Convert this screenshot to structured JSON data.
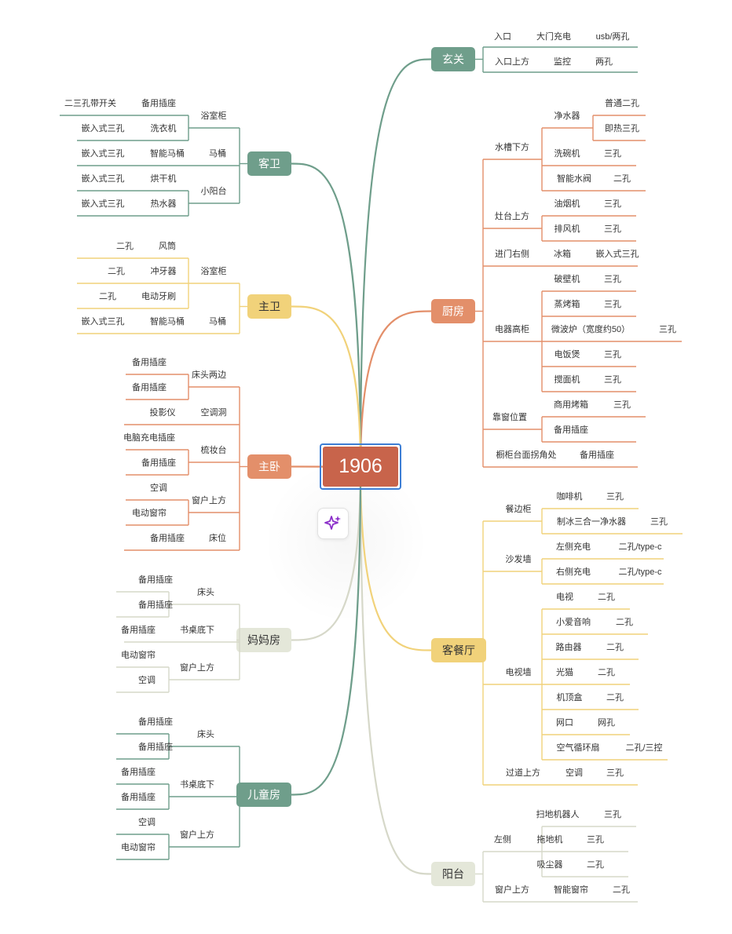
{
  "root": {
    "label": "1906"
  },
  "colors": {
    "green": "#6f9e8b",
    "salmon": "#e38f6a",
    "yellow": "#f1d27a",
    "sage": "#e4e7d9",
    "sage_line": "#d6d8c9",
    "root": "#c8644b",
    "text": "#333333",
    "white": "#ffffff",
    "dark_text": "#333333"
  },
  "branches": [
    {
      "label": "玄关",
      "color": "green",
      "children": [
        {
          "label": "入口",
          "children": [
            {
              "label": "大门充电",
              "children": [
                {
                  "label": "usb/两孔"
                }
              ]
            }
          ]
        },
        {
          "label": "入口上方",
          "children": [
            {
              "label": "监控",
              "children": [
                {
                  "label": "两孔"
                }
              ]
            }
          ]
        }
      ]
    },
    {
      "label": "厨房",
      "color": "salmon",
      "children": [
        {
          "label": "水槽下方",
          "children": [
            {
              "label": "净水器",
              "children": [
                {
                  "label": "普通二孔"
                },
                {
                  "label": "即热三孔"
                }
              ]
            },
            {
              "label": "洗碗机",
              "children": [
                {
                  "label": "三孔"
                }
              ]
            },
            {
              "label": "智能水阀",
              "children": [
                {
                  "label": "二孔"
                }
              ]
            }
          ]
        },
        {
          "label": "灶台上方",
          "children": [
            {
              "label": "油烟机",
              "children": [
                {
                  "label": "三孔"
                }
              ]
            },
            {
              "label": "排风机",
              "children": [
                {
                  "label": "三孔"
                }
              ]
            }
          ]
        },
        {
          "label": "进门右侧",
          "children": [
            {
              "label": "冰箱",
              "children": [
                {
                  "label": "嵌入式三孔"
                }
              ]
            }
          ]
        },
        {
          "label": "电器高柜",
          "children": [
            {
              "label": "破壁机",
              "children": [
                {
                  "label": "三孔"
                }
              ]
            },
            {
              "label": "蒸烤箱",
              "children": [
                {
                  "label": "三孔"
                }
              ]
            },
            {
              "label": "微波炉（宽度约50）",
              "children": [
                {
                  "label": "三孔"
                }
              ]
            },
            {
              "label": "电饭煲",
              "children": [
                {
                  "label": "三孔"
                }
              ]
            },
            {
              "label": "搅面机",
              "children": [
                {
                  "label": "三孔"
                }
              ]
            }
          ]
        },
        {
          "label": "靠窗位置",
          "children": [
            {
              "label": "商用烤箱",
              "children": [
                {
                  "label": "三孔"
                }
              ]
            },
            {
              "label": "备用插座"
            }
          ]
        },
        {
          "label": "橱柜台面拐角处",
          "children": [
            {
              "label": "备用插座"
            }
          ]
        }
      ]
    },
    {
      "label": "客餐厅",
      "color": "yellow",
      "children": [
        {
          "label": "餐边柜",
          "children": [
            {
              "label": "咖啡机",
              "children": [
                {
                  "label": "三孔"
                }
              ]
            },
            {
              "label": "制冰三合一净水器",
              "children": [
                {
                  "label": "三孔"
                }
              ]
            }
          ]
        },
        {
          "label": "沙发墙",
          "children": [
            {
              "label": "左侧充电",
              "children": [
                {
                  "label": "二孔/type-c"
                }
              ]
            },
            {
              "label": "右侧充电",
              "children": [
                {
                  "label": "二孔/type-c"
                }
              ]
            }
          ]
        },
        {
          "label": "电视墙",
          "children": [
            {
              "label": "电视",
              "children": [
                {
                  "label": "二孔"
                }
              ]
            },
            {
              "label": "小爱音响",
              "children": [
                {
                  "label": "二孔"
                }
              ]
            },
            {
              "label": "路由器",
              "children": [
                {
                  "label": "二孔"
                }
              ]
            },
            {
              "label": "光猫",
              "children": [
                {
                  "label": "二孔"
                }
              ]
            },
            {
              "label": "机顶盒",
              "children": [
                {
                  "label": "二孔"
                }
              ]
            },
            {
              "label": "网口",
              "children": [
                {
                  "label": "网孔"
                }
              ]
            },
            {
              "label": "空气循环扇",
              "children": [
                {
                  "label": "二孔/三控"
                }
              ]
            }
          ]
        },
        {
          "label": "过道上方",
          "children": [
            {
              "label": "空调",
              "children": [
                {
                  "label": "三孔"
                }
              ]
            }
          ]
        }
      ]
    },
    {
      "label": "阳台",
      "color": "sage",
      "children": [
        {
          "label": "左侧",
          "children": [
            {
              "label": "扫地机器人",
              "children": [
                {
                  "label": "三孔"
                }
              ]
            },
            {
              "label": "拖地机",
              "children": [
                {
                  "label": "三孔"
                }
              ]
            },
            {
              "label": "吸尘器",
              "children": [
                {
                  "label": "二孔"
                }
              ]
            }
          ]
        },
        {
          "label": "窗户上方",
          "children": [
            {
              "label": "智能窗帘",
              "children": [
                {
                  "label": "二孔"
                }
              ]
            }
          ]
        }
      ]
    },
    {
      "label": "客卫",
      "color": "green",
      "children": [
        {
          "label": "浴室柜",
          "children": [
            {
              "label": "备用插座",
              "children": [
                {
                  "label": "二三孔带开关"
                }
              ]
            },
            {
              "label": "洗衣机",
              "children": [
                {
                  "label": "嵌入式三孔"
                }
              ]
            }
          ]
        },
        {
          "label": "马桶",
          "children": [
            {
              "label": "智能马桶",
              "children": [
                {
                  "label": "嵌入式三孔"
                }
              ]
            }
          ]
        },
        {
          "label": "小阳台",
          "children": [
            {
              "label": "烘干机",
              "children": [
                {
                  "label": "嵌入式三孔"
                }
              ]
            },
            {
              "label": "热水器",
              "children": [
                {
                  "label": "嵌入式三孔"
                }
              ]
            }
          ]
        }
      ]
    },
    {
      "label": "主卫",
      "color": "yellow",
      "children": [
        {
          "label": "浴室柜",
          "children": [
            {
              "label": "风筒",
              "children": [
                {
                  "label": "二孔"
                }
              ]
            },
            {
              "label": "冲牙器",
              "children": [
                {
                  "label": "二孔"
                }
              ]
            },
            {
              "label": "电动牙刷",
              "children": [
                {
                  "label": "二孔"
                }
              ]
            }
          ]
        },
        {
          "label": "马桶",
          "children": [
            {
              "label": "智能马桶",
              "children": [
                {
                  "label": "嵌入式三孔"
                }
              ]
            }
          ]
        }
      ]
    },
    {
      "label": "主卧",
      "color": "salmon",
      "children": [
        {
          "label": "床头两边",
          "children": [
            {
              "label": "备用插座"
            },
            {
              "label": "备用插座"
            }
          ]
        },
        {
          "label": "空调洞",
          "children": [
            {
              "label": "投影仪"
            }
          ]
        },
        {
          "label": "梳妆台",
          "children": [
            {
              "label": "电脑充电插座"
            },
            {
              "label": "备用插座"
            }
          ]
        },
        {
          "label": "窗户上方",
          "children": [
            {
              "label": "空调"
            },
            {
              "label": "电动窗帘"
            }
          ]
        },
        {
          "label": "床位",
          "children": [
            {
              "label": "备用插座"
            }
          ]
        }
      ]
    },
    {
      "label": "妈妈房",
      "color": "sage",
      "children": [
        {
          "label": "床头",
          "children": [
            {
              "label": "备用插座"
            },
            {
              "label": "备用插座"
            }
          ]
        },
        {
          "label": "书桌底下",
          "children": [
            {
              "label": "备用插座"
            }
          ]
        },
        {
          "label": "窗户上方",
          "children": [
            {
              "label": "电动窗帘"
            },
            {
              "label": "空调"
            }
          ]
        }
      ]
    },
    {
      "label": "儿童房",
      "color": "green",
      "children": [
        {
          "label": "床头",
          "children": [
            {
              "label": "备用插座"
            },
            {
              "label": "备用插座"
            }
          ]
        },
        {
          "label": "书桌底下",
          "children": [
            {
              "label": "备用插座"
            },
            {
              "label": "备用插座"
            }
          ]
        },
        {
          "label": "窗户上方",
          "children": [
            {
              "label": "空调"
            },
            {
              "label": "电动窗帘"
            }
          ]
        }
      ]
    }
  ],
  "toolbar": {
    "ai_icon": "sparkle-icon"
  }
}
